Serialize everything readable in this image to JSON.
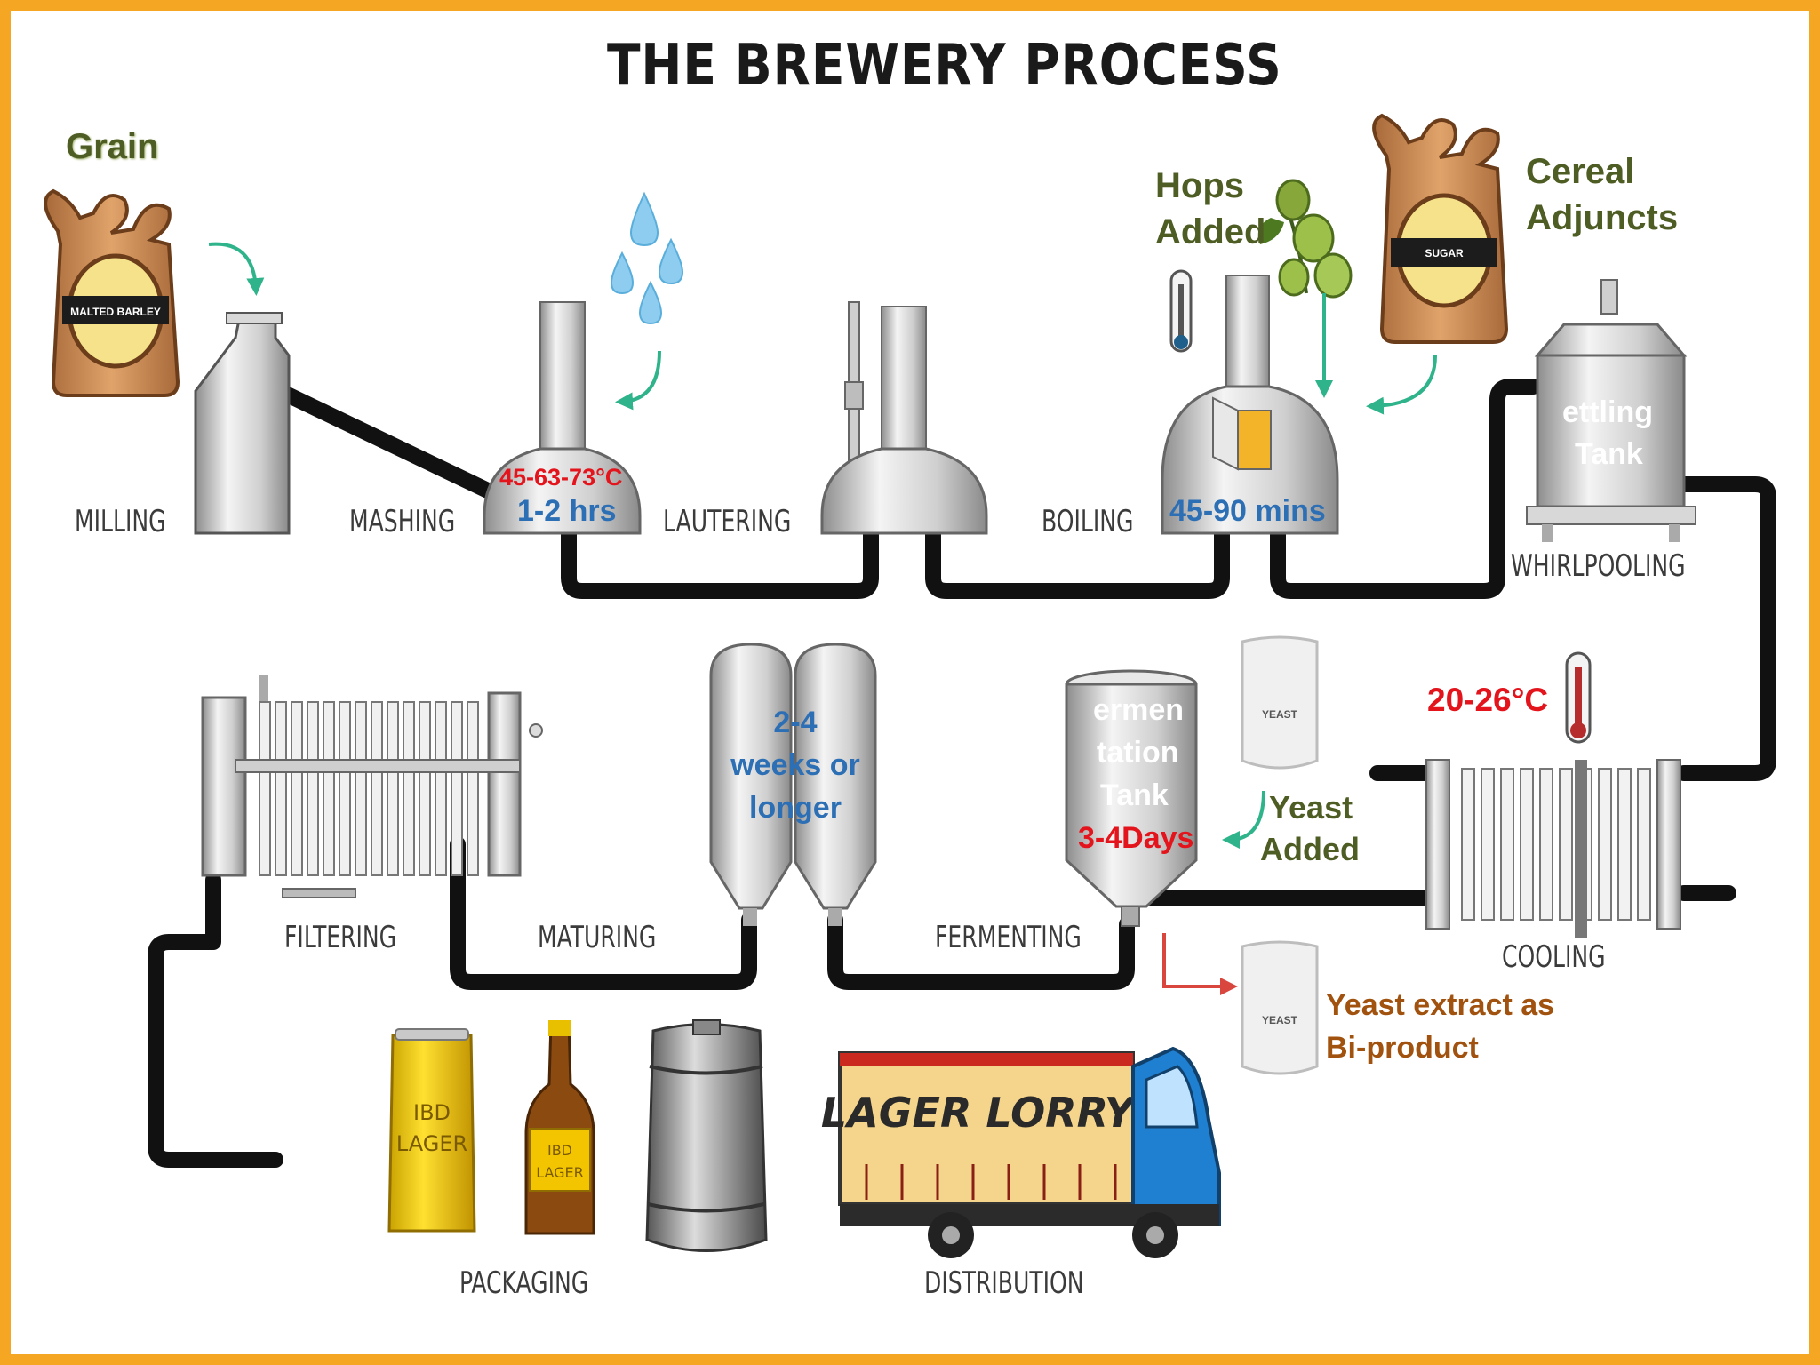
{
  "title": "THE BREWERY PROCESS",
  "inputs": {
    "grain": "Grain",
    "grain_bag_label": "MALTED BARLEY",
    "hops_line1": "Hops",
    "hops_line2": "Added",
    "cereal_line1": "Cereal",
    "cereal_line2": "Adjuncts",
    "cereal_bag_label": "SUGAR",
    "yeast_line1": "Yeast",
    "yeast_line2": "Added",
    "yeast_can_label": "YEAST",
    "yeast_extract_line1": "Yeast extract as",
    "yeast_extract_line2": "Bi-product"
  },
  "stages": {
    "milling": "MILLING",
    "mashing": "MASHING",
    "lautering": "LAUTERING",
    "boiling": "BOILING",
    "whirlpooling": "WHIRLPOOLING",
    "cooling": "COOLING",
    "fermenting": "FERMENTING",
    "maturing": "MATURING",
    "filtering": "FILTERING",
    "packaging": "PACKAGING",
    "distribution": "DISTRIBUTION"
  },
  "annotations": {
    "mash_temp": "45-63-73°C",
    "mash_time": "1-2 hrs",
    "boil_time": "45-90 mins",
    "settling_line1": "ettling",
    "settling_line2": "Tank",
    "cool_temp": "20-26°C",
    "ferm_line1": "ermen",
    "ferm_line2": "tation",
    "ferm_line3": "Tank",
    "ferm_time": "3-4Days",
    "mature_line1": "2-4",
    "mature_line2": "weeks or",
    "mature_line3": "longer",
    "stray_mark": "("
  },
  "products": {
    "can_line1": "IBD",
    "can_line2": "LAGER",
    "bottle_line1": "IBD",
    "bottle_line2": "LAGER",
    "lorry_text": "LAGER LORRY"
  },
  "colors": {
    "frame": "#f5a623",
    "pipe": "#111111",
    "green_text": "#4e5d23",
    "blue_text": "#2d6fb4",
    "red_text": "#e3141c",
    "brown_text": "#a1520e",
    "truck_cab": "#1f7fd1",
    "can": "#f2c500"
  }
}
